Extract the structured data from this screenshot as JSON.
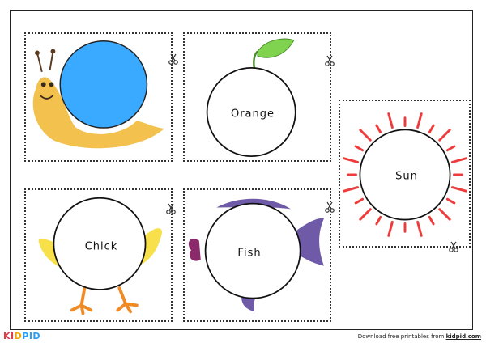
{
  "cards": {
    "snail": {
      "label": ""
    },
    "orange": {
      "label": "Orange"
    },
    "sun": {
      "label": "Sun"
    },
    "chick": {
      "label": "Chick"
    },
    "fish": {
      "label": "Fish"
    }
  },
  "icons": {
    "cut": "scissors-icon"
  },
  "colors": {
    "snail_body": "#f2c14e",
    "snail_shell": "#39aaff",
    "orange_leaf": "#7fd34e",
    "sun_rays": "#ee3b3b",
    "chick_wing": "#f7e04a",
    "chick_feet": "#f08a24",
    "fish_fin": "#6f5aa8",
    "fish_tail_accent": "#8a2a6b"
  },
  "footer": {
    "logo_k": "KI",
    "logo_d": "D",
    "logo_rest": "PID",
    "credit_prefix": "Download free printables from ",
    "credit_site": "kidpid.com"
  }
}
